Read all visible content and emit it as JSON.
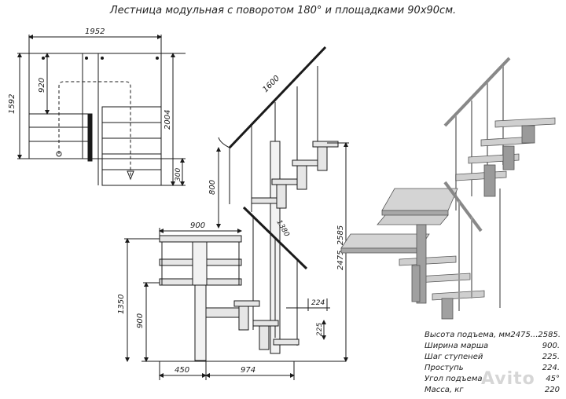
{
  "title": "Лестница модульная с поворотом 180° и площадками 90х90см.",
  "plan_view": {
    "width_label": "1952",
    "depth_label": "1592",
    "landing_label": "920",
    "run_label": "2004",
    "offset_label": "300"
  },
  "elevation_view": {
    "handrail_label": "1600",
    "handrail_label_2": "1380",
    "rise_upper_label": "800",
    "landing_width_label": "900",
    "total_height_label": "2475..2585",
    "height_1350_label": "1350",
    "height_900_label": "900",
    "tread_label": "224",
    "step_label": "225",
    "bottom_left_label": "450",
    "bottom_right_label": "974"
  },
  "specs": [
    {
      "label": "Высота подъема, мм",
      "value": "2475...2585."
    },
    {
      "label": "Ширина марша",
      "value": "900."
    },
    {
      "label": "Шаг ступеней",
      "value": "225."
    },
    {
      "label": "Проступь",
      "value": "224."
    },
    {
      "label": "Угол подъема",
      "value": "45°"
    },
    {
      "label": "Масса, кг",
      "value": "220"
    }
  ],
  "watermark": "Avito",
  "colors": {
    "line": "#1a1a1a",
    "tread_fill": "#d8d8d8",
    "render_fill": "#c9c9c9",
    "render_dark": "#8a8a8a"
  }
}
